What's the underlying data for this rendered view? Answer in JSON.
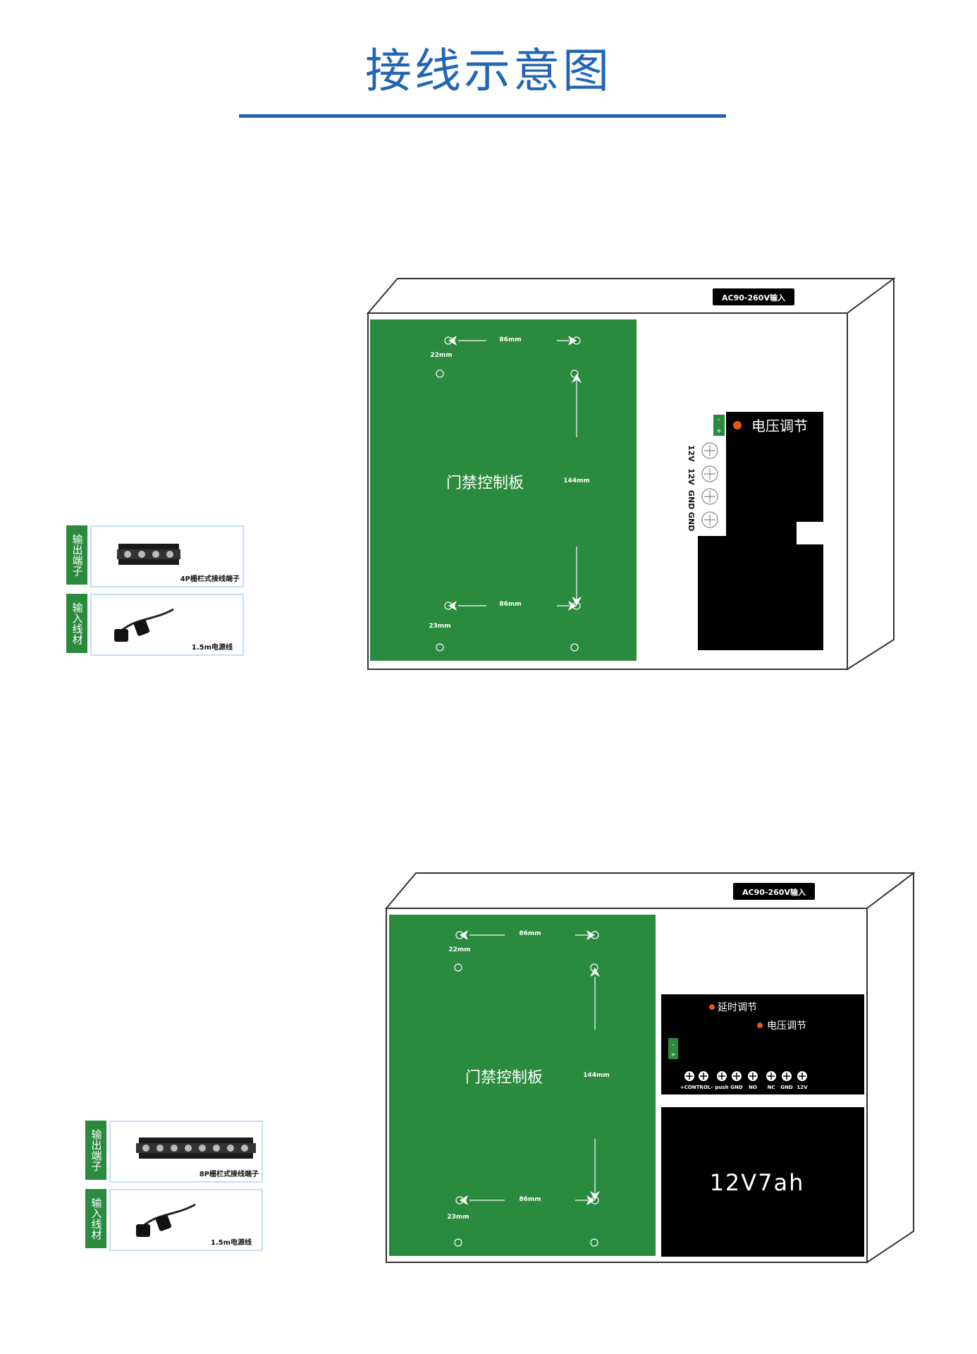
{
  "title": "接线示意图",
  "colors": {
    "accent_blue": "#2265b5",
    "board_green": "#2a8a3e",
    "panel_black": "#000000",
    "led_orange": "#e05a1a"
  },
  "diagram1": {
    "input_label": "AC90-260V输入",
    "board_label": "门禁控制板",
    "dim_top": "86mm",
    "dim_bottom": "86mm",
    "dim_left_top": "22mm",
    "dim_left_bottom": "23mm",
    "dim_height": "144mm",
    "voltage_adjust": "电压调节",
    "terminals": [
      "12V",
      "12V",
      "GND",
      "GND"
    ],
    "legend": [
      {
        "tab": "输出端子",
        "caption": "4P栅栏式接线端子",
        "icon": "terminal-block-icon"
      },
      {
        "tab": "输入线材",
        "caption": "1.5m电源线",
        "icon": "power-cord-icon"
      }
    ]
  },
  "diagram2": {
    "input_label": "AC90-260V输入",
    "board_label": "门禁控制板",
    "dim_top": "86mm",
    "dim_bottom": "86mm",
    "dim_left_top": "22mm",
    "dim_left_bottom": "23mm",
    "dim_height": "144mm",
    "delay_adjust": "延时调节",
    "voltage_adjust": "电压调节",
    "terminals": [
      "+CONTROL-",
      "push",
      "GND",
      "NO",
      "NC",
      "GND",
      "12V"
    ],
    "battery": "12V7ah",
    "legend": [
      {
        "tab": "输出端子",
        "caption": "8P栅栏式接线端子",
        "icon": "terminal-block-icon"
      },
      {
        "tab": "输入线材",
        "caption": "1.5m电源线",
        "icon": "power-cord-icon"
      }
    ]
  }
}
